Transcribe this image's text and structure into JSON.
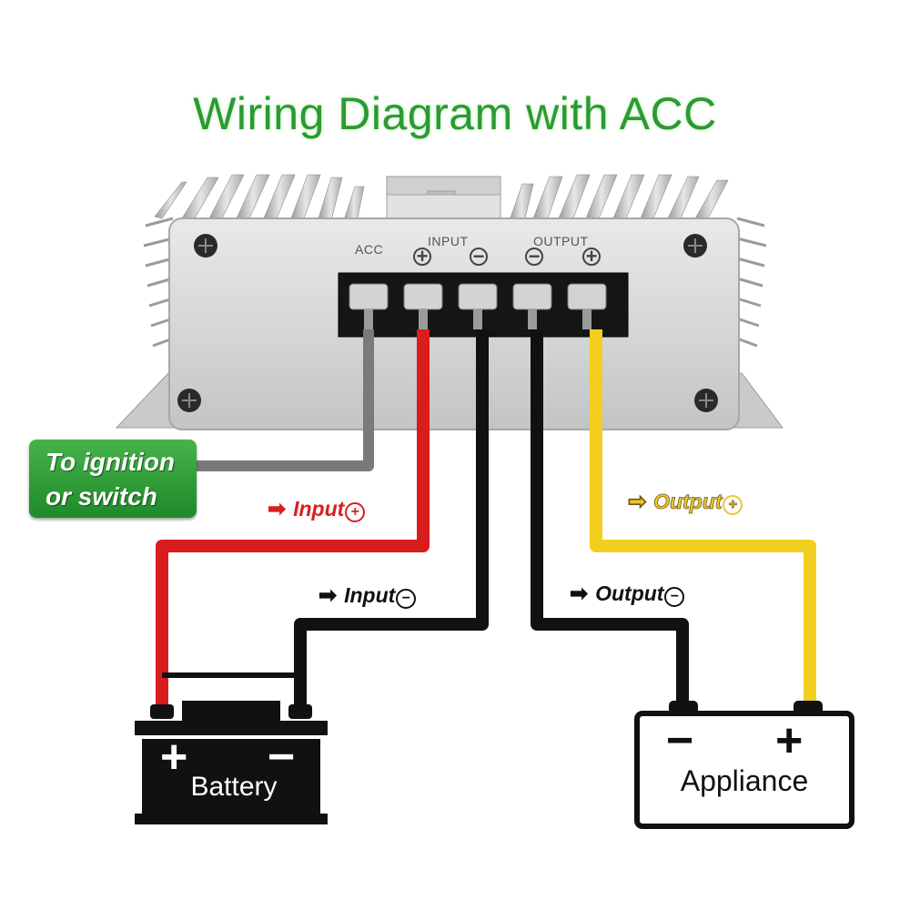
{
  "title": "Wiring Diagram with ACC",
  "panel": {
    "acc_label": "ACC",
    "input_label": "INPUT",
    "output_label": "OUTPUT",
    "input_pos_symbol": "+",
    "input_neg_symbol": "−",
    "output_neg_symbol": "−",
    "output_pos_symbol": "+"
  },
  "ignition_box": {
    "line1": "To ignition",
    "line2": "or switch"
  },
  "wire_labels": {
    "input_pos": "Input",
    "input_pos_sign": "+",
    "input_neg": "Input",
    "input_neg_sign": "−",
    "output_neg": "Output",
    "output_neg_sign": "−",
    "output_pos": "Output",
    "output_pos_sign": "+",
    "arrow": "➡"
  },
  "battery": {
    "label": "Battery",
    "plus": "+",
    "minus": "−"
  },
  "appliance": {
    "label": "Appliance",
    "minus": "−",
    "plus": "+"
  },
  "colors": {
    "title": "#2b9a33",
    "wire_red": "#d91c1c",
    "wire_black": "#111111",
    "wire_gray": "#7a7a7a",
    "wire_yellow": "#f2cf1e",
    "ignition_box": "#2e9e36"
  }
}
